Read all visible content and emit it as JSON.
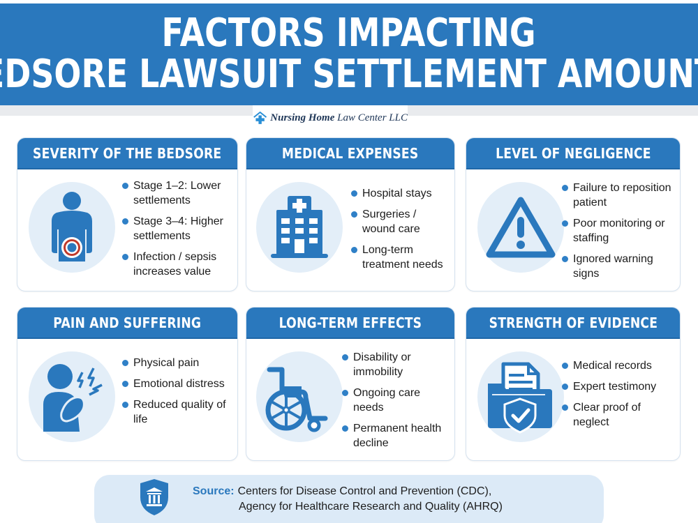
{
  "header": {
    "title_line1": "FACTORS IMPACTING",
    "title_line2": "BEDSORE LAWSUIT SETTLEMENT AMOUNTS",
    "background_color": "#2a78bd"
  },
  "logo": {
    "icon": "house-cross-icon",
    "name_bold": "Nursing Home",
    "name_regular": "Law Center LLC"
  },
  "cards": [
    {
      "title": "SEVERITY OF THE BEDSORE",
      "icon": "body-target-icon",
      "bullets": [
        "Stage 1–2: Lower settlements",
        "Stage 3–4: Higher settlements",
        "Infection / sepsis increases value"
      ]
    },
    {
      "title": "MEDICAL EXPENSES",
      "icon": "hospital-icon",
      "bullets": [
        "Hospital stays",
        "Surgeries / wound care",
        "Long-term treatment needs"
      ]
    },
    {
      "title": "LEVEL OF NEGLIGENCE",
      "icon": "warning-triangle-icon",
      "bullets": [
        "Failure to reposition patient",
        "Poor monitoring or staffing",
        "Ignored warning signs"
      ]
    },
    {
      "title": "PAIN AND SUFFERING",
      "icon": "person-pain-icon",
      "bullets": [
        "Physical pain",
        "Emotional distress",
        "Reduced quality of life"
      ]
    },
    {
      "title": "LONG-TERM EFFECTS",
      "icon": "wheelchair-icon",
      "bullets": [
        "Disability or immobility",
        "Ongoing care needs",
        "Permanent health decline"
      ]
    },
    {
      "title": "STRENGTH OF EVIDENCE",
      "icon": "document-folder-shield-icon",
      "bullets": [
        "Medical records",
        "Expert testimony",
        "Clear proof of neglect"
      ]
    }
  ],
  "source": {
    "icon": "institution-shield-icon",
    "label": "Source:",
    "line1": "Centers for Disease Control and Prevention (CDC),",
    "line2": "Agency for Healthcare Research and Quality (AHRQ)"
  },
  "colors": {
    "primary_blue": "#2a78bd",
    "light_blue": "#e3eef8",
    "source_bg": "#dceaf7",
    "bullet": "#2f80c7",
    "target_red": "#c0392b"
  }
}
